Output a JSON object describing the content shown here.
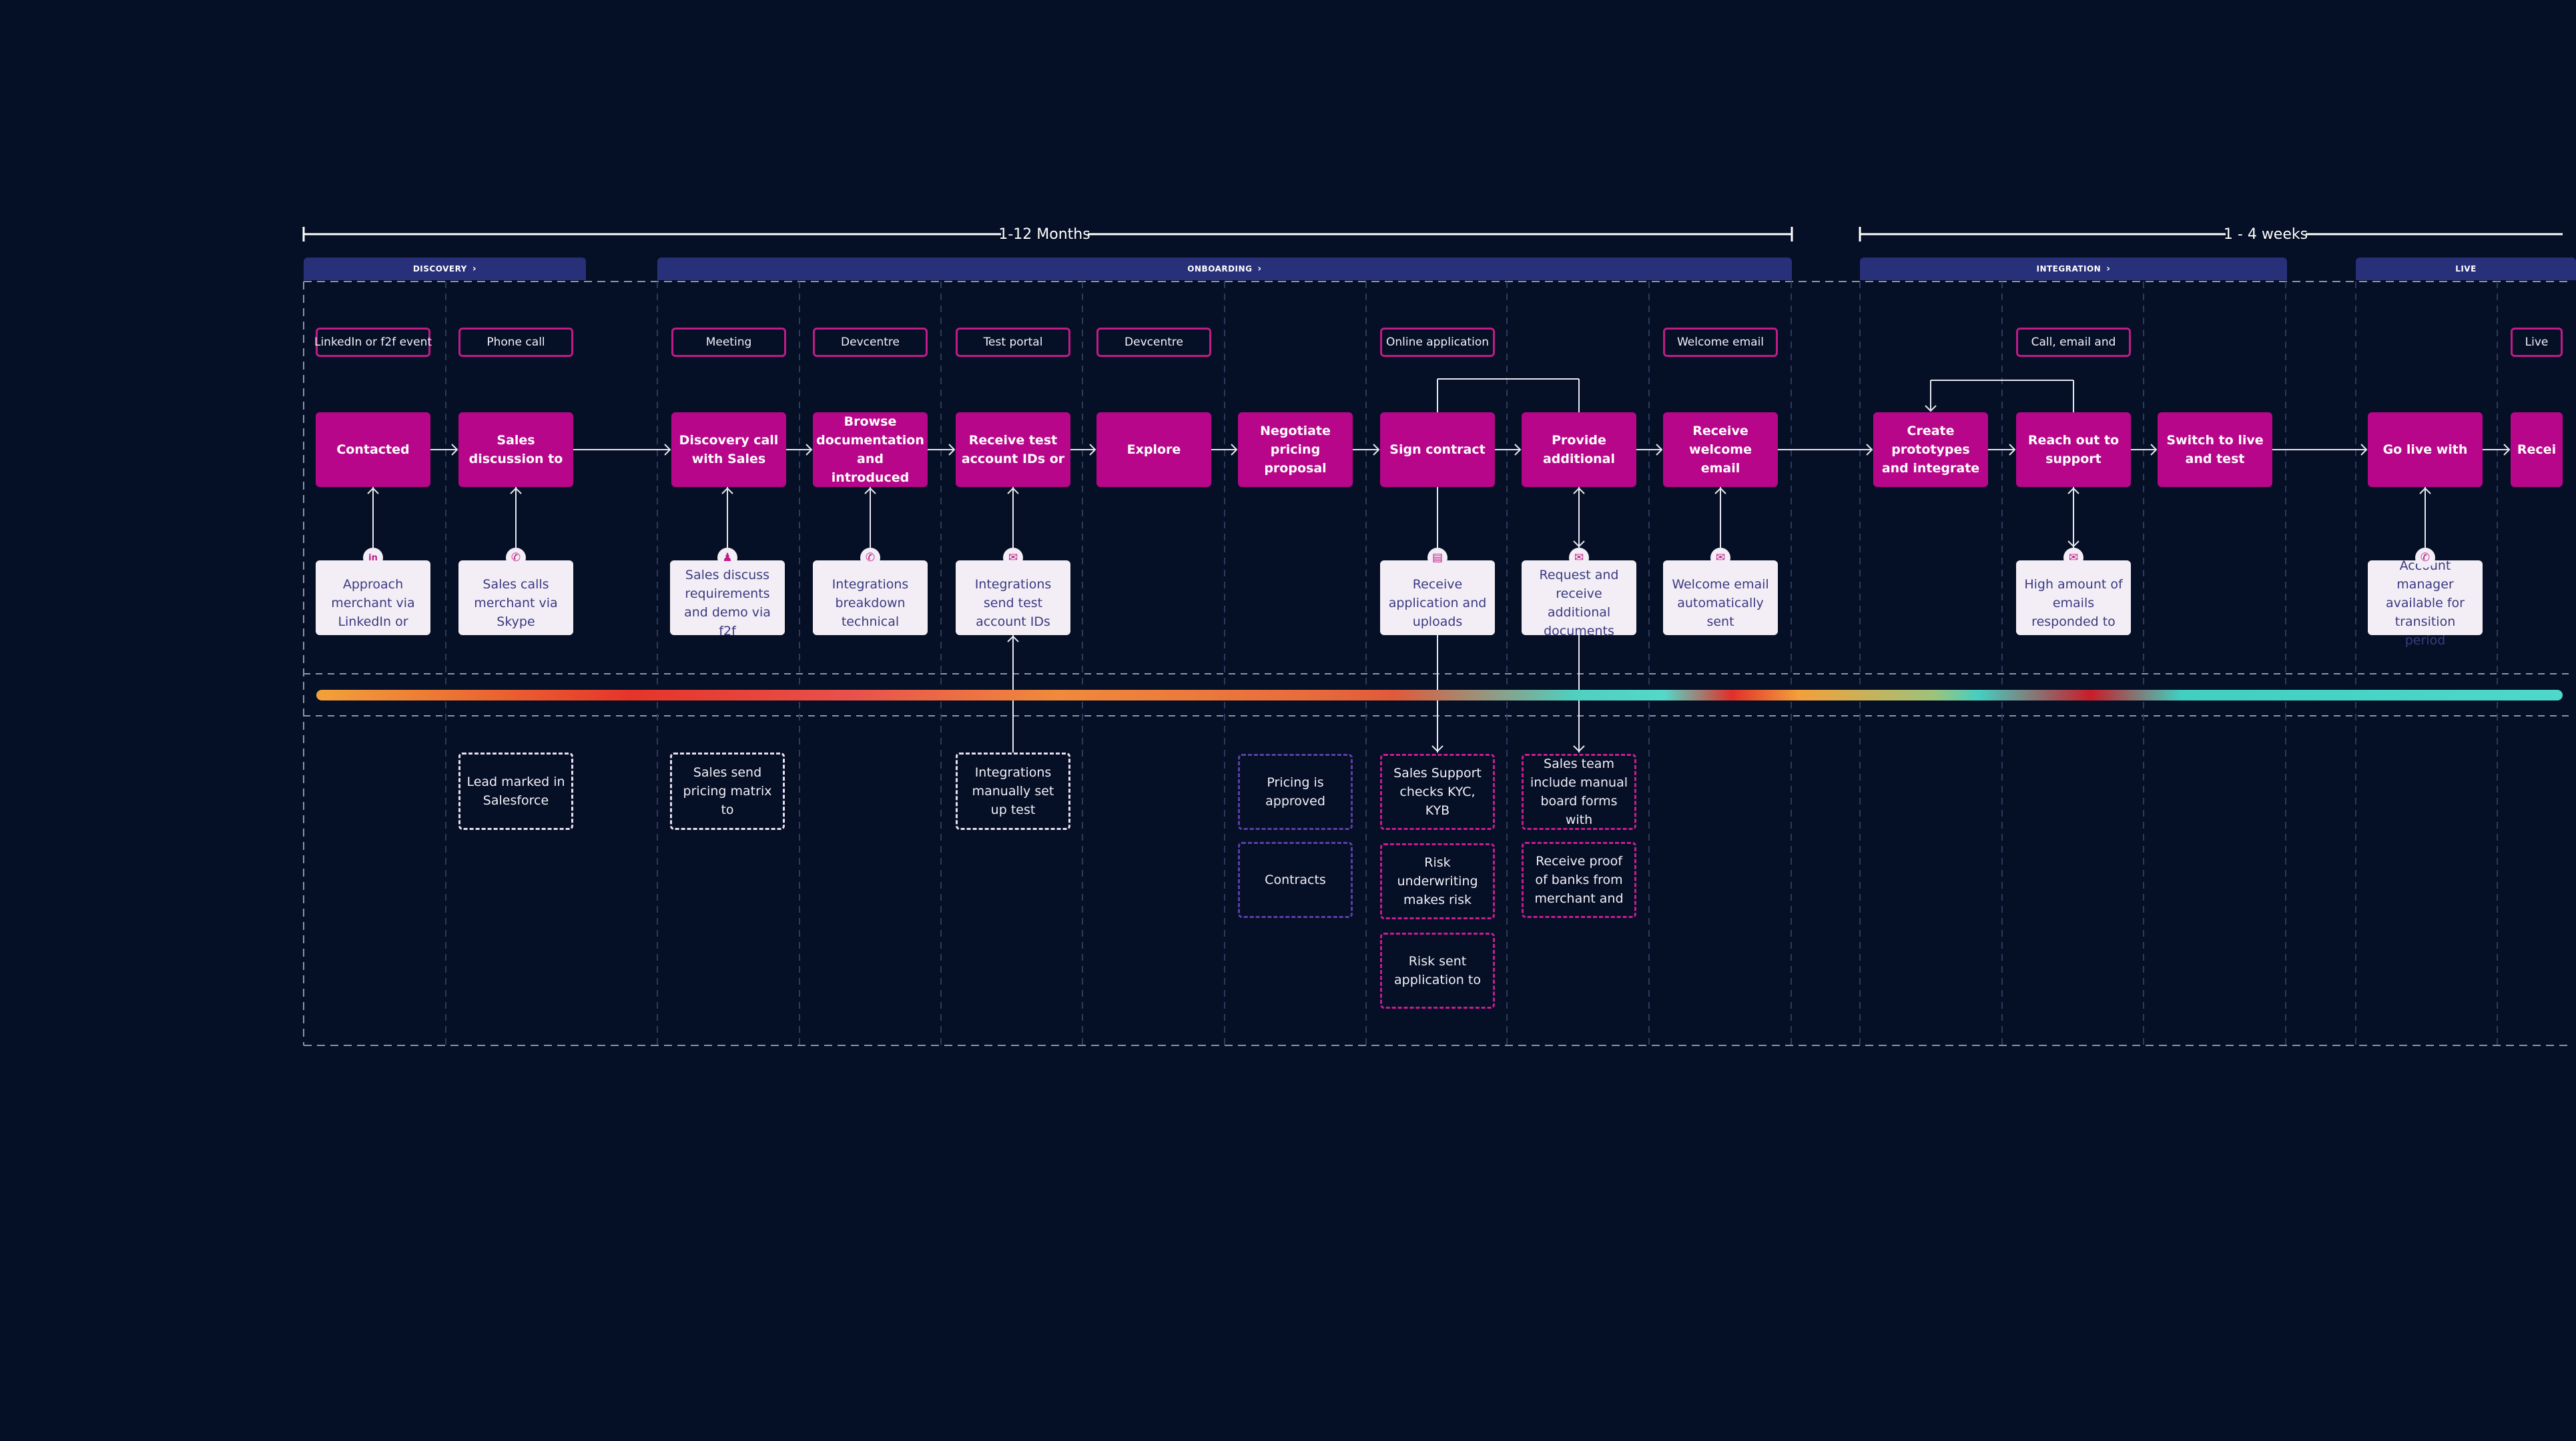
{
  "durations": [
    {
      "label": "1-12 Months"
    },
    {
      "label": "1 - 4 weeks"
    }
  ],
  "phases": [
    {
      "label": "DISCOVERY"
    },
    {
      "label": "ONBOARDING"
    },
    {
      "label": "INTEGRATION"
    },
    {
      "label": "LIVE"
    }
  ],
  "channels": [
    {
      "label": "LinkedIn or f2f event"
    },
    {
      "label": "Phone call"
    },
    {
      "label": "Meeting"
    },
    {
      "label": "Devcentre"
    },
    {
      "label": "Test portal"
    },
    {
      "label": "Devcentre"
    },
    {
      "label": "Online application"
    },
    {
      "label": "Welcome email"
    },
    {
      "label": "Call, email and"
    },
    {
      "label": "Live"
    }
  ],
  "steps": [
    {
      "label": "Contacted"
    },
    {
      "label": "Sales discussion to"
    },
    {
      "label": "Discovery call with Sales"
    },
    {
      "label": "Browse documentation and introduced"
    },
    {
      "label": "Receive test account IDs or"
    },
    {
      "label": "Explore"
    },
    {
      "label": "Negotiate pricing proposal"
    },
    {
      "label": "Sign contract"
    },
    {
      "label": "Provide additional"
    },
    {
      "label": "Receive welcome email"
    },
    {
      "label": "Create prototypes and integrate"
    },
    {
      "label": "Reach out to support"
    },
    {
      "label": "Switch to live and test"
    },
    {
      "label": "Go live with"
    },
    {
      "label": "Recei"
    }
  ],
  "touchpoints": [
    {
      "label": "Approach merchant via LinkedIn or",
      "icon": "linkedin-icon"
    },
    {
      "label": "Sales calls merchant via Skype",
      "icon": "phone-icon"
    },
    {
      "label": "Sales discuss requirements and demo via f2f",
      "icon": "people-icon"
    },
    {
      "label": "Integrations breakdown technical",
      "icon": "phone-icon"
    },
    {
      "label": "Integrations send test account IDs",
      "icon": "mail-icon"
    },
    {
      "label": "Receive application and uploads",
      "icon": "document-icon"
    },
    {
      "label": "Request and receive additional documents",
      "icon": "mail-icon"
    },
    {
      "label": "Welcome email automatically sent",
      "icon": "mail-icon"
    },
    {
      "label": "High amount of emails responded to",
      "icon": "mail-icon"
    },
    {
      "label": "Account manager available for transition period",
      "icon": "phone-icon"
    }
  ],
  "backstage": [
    {
      "label": "Lead marked in Salesforce"
    },
    {
      "label": "Sales send pricing matrix to"
    },
    {
      "label": "Integrations manually set up test"
    },
    {
      "label": "Pricing is approved"
    },
    {
      "label": "Contracts"
    },
    {
      "label": "Sales Support checks KYC, KYB"
    },
    {
      "label": "Risk underwriting makes risk"
    },
    {
      "label": "Risk sent application to"
    },
    {
      "label": "Sales team include manual board forms with"
    },
    {
      "label": "Receive proof of banks from merchant and"
    }
  ],
  "colors": {
    "background": "#050f25",
    "step": "#b8068a",
    "phase": "#28307a",
    "touchpoint": "#f3eef6"
  }
}
